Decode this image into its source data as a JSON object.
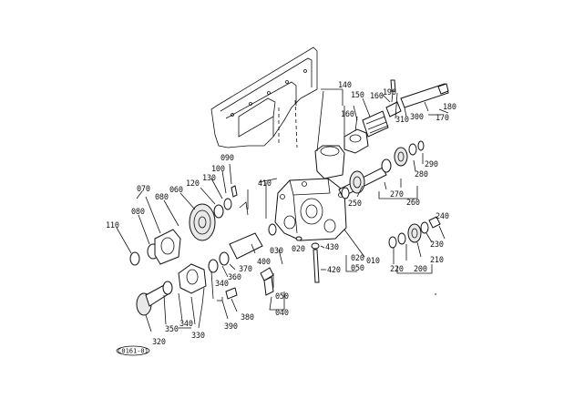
{
  "diagram": {
    "code": "C0161-01",
    "labels": {
      "l010": "010",
      "l020a": "020",
      "l020b": "020",
      "l030": "030",
      "l040": "040",
      "l050a": "050",
      "l050b": "050",
      "l060": "060",
      "l070": "070",
      "l080a": "080",
      "l080b": "080",
      "l090": "090",
      "l100": "100",
      "l110": "110",
      "l120": "120",
      "l130": "130",
      "l140": "140",
      "l150": "150",
      "l160a": "160",
      "l160b": "160",
      "l170": "170",
      "l180": "180",
      "l190": "190",
      "l200": "200",
      "l210": "210",
      "l220": "220",
      "l230": "230",
      "l240": "240",
      "l250": "250",
      "l260": "260",
      "l270": "270",
      "l280": "280",
      "l290": "290",
      "l300": "300",
      "l310": "310",
      "l320": "320",
      "l330": "330",
      "l340a": "340",
      "l340b": "340",
      "l350": "350",
      "l360": "360",
      "l370": "370",
      "l380": "380",
      "l390": "390",
      "l400": "400",
      "l410": "410",
      "l420": "420",
      "l430": "430"
    }
  }
}
